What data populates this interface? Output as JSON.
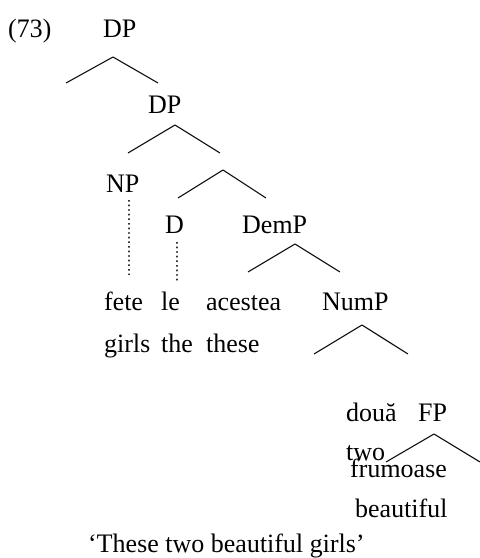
{
  "example": {
    "number": "(73)",
    "nodes": {
      "dp_root": "DP",
      "dp_inner": "DP",
      "np": "NP",
      "d": "D",
      "demp": "DemP",
      "nump": "NumP",
      "fp": "FP"
    },
    "words": {
      "fete": "fete",
      "le": "le",
      "acestea": "acestea",
      "doua": "două",
      "frumoase": "frumoase"
    },
    "glosses": {
      "girls": "girls",
      "the": "the",
      "these": "these",
      "two": "two",
      "beautiful": "beautiful"
    },
    "translation": "‘These two beautiful girls’"
  }
}
